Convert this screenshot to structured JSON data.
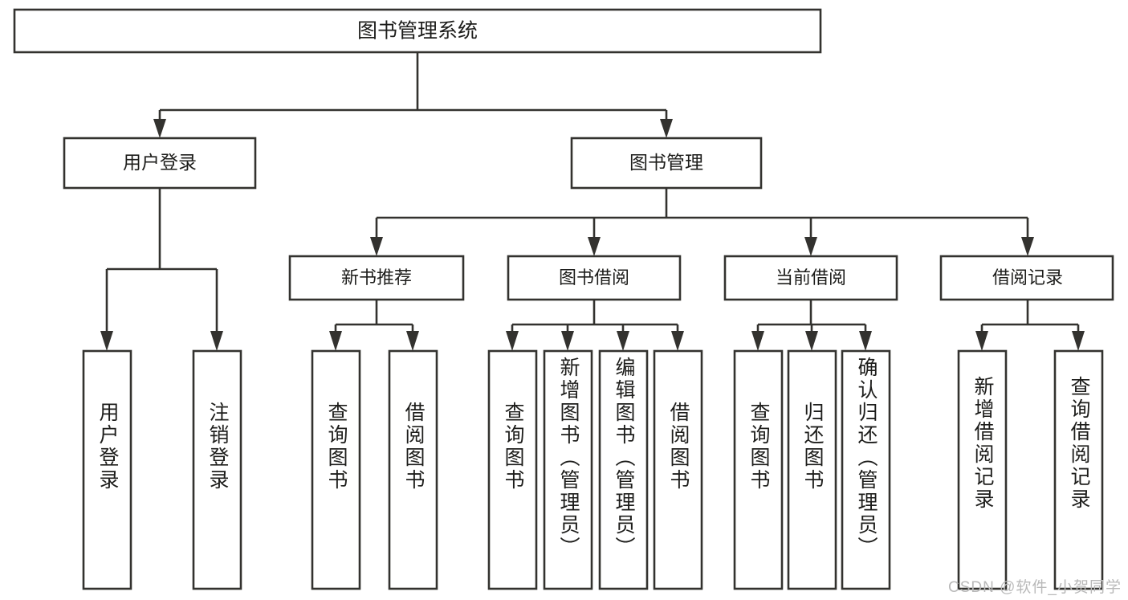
{
  "diagram": {
    "type": "tree",
    "title": "图书管理系统",
    "colors": {
      "box_stroke": "#33322f",
      "box_fill": "#ffffff",
      "text": "#1d1d1b",
      "background": "#ffffff",
      "watermark": "#b9b9b9"
    },
    "root": {
      "label": "图书管理系统"
    },
    "level1": [
      {
        "label": "用户登录"
      },
      {
        "label": "图书管理"
      }
    ],
    "level2": [
      {
        "label": "新书推荐"
      },
      {
        "label": "图书借阅"
      },
      {
        "label": "当前借阅"
      },
      {
        "label": "借阅记录"
      }
    ],
    "leaves": {
      "user_login": [
        {
          "label": "用户登录"
        },
        {
          "label": "注销登录"
        }
      ],
      "new_book_recommend": [
        {
          "label": "查询图书"
        },
        {
          "label": "借阅图书"
        }
      ],
      "book_borrow": [
        {
          "label": "查询图书"
        },
        {
          "label": "新增图书（管理员）"
        },
        {
          "label": "编辑图书（管理员）"
        },
        {
          "label": "借阅图书"
        }
      ],
      "current_borrow": [
        {
          "label": "查询图书"
        },
        {
          "label": "归还图书"
        },
        {
          "label": "确认归还（管理员）"
        }
      ],
      "borrow_record": [
        {
          "label": "新增借阅记录"
        },
        {
          "label": "查询借阅记录"
        }
      ]
    }
  },
  "watermark": {
    "text": "CSDN @软件_小贺同学"
  }
}
